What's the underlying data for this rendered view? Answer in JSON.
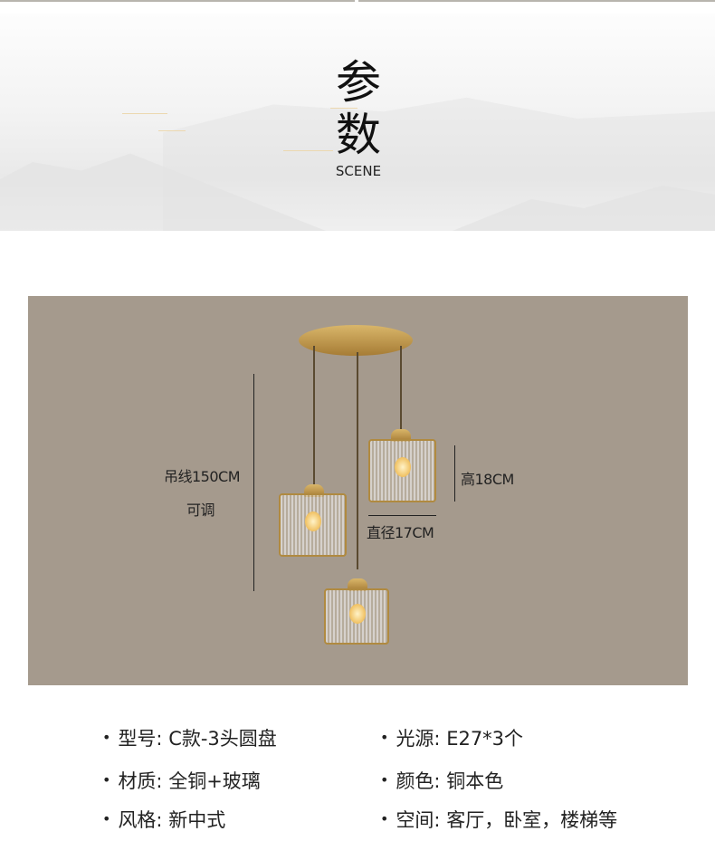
{
  "header": {
    "title_line1": "参",
    "title_line2": "数",
    "subtitle": "SCENE"
  },
  "photo": {
    "cable_length": "吊线150CM",
    "cable_note": "可调",
    "height": "高18CM",
    "diameter": "直径17CM"
  },
  "specs": [
    {
      "label": "型号: C款-3头圆盘"
    },
    {
      "label": "光源: E27*3个"
    },
    {
      "label": "材质: 全铜+玻璃"
    },
    {
      "label": "颜色: 铜本色"
    },
    {
      "label": "风格: 新中式"
    },
    {
      "label": "空间: 客厅，卧室，楼梯等"
    }
  ]
}
